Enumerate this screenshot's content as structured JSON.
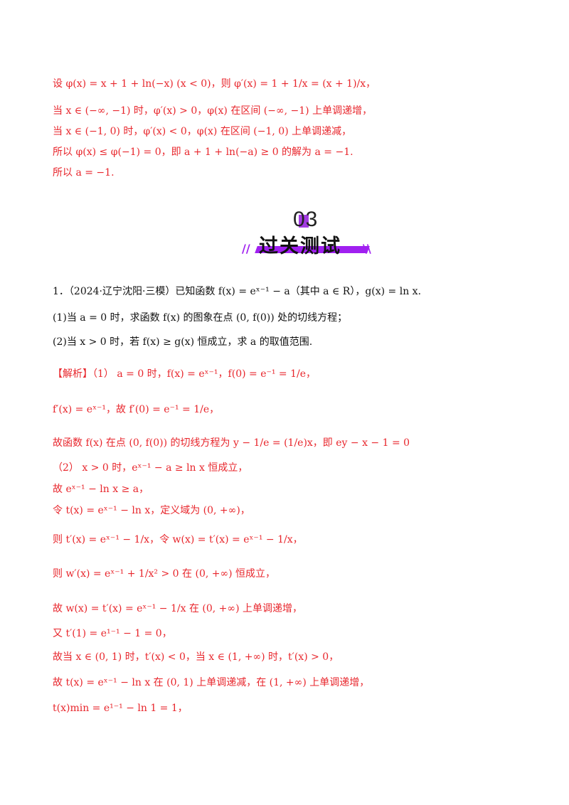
{
  "part1": {
    "l1": "设 φ(x) = x + 1 + ln(−x) (x < 0)，则 φ′(x) = 1 + 1/x = (x + 1)/x，",
    "l2": "当 x ∈ (−∞, −1) 时，φ′(x) > 0，φ(x) 在区间 (−∞, −1) 上单调递增，",
    "l3": "当 x ∈ (−1, 0) 时，φ′(x) < 0，φ(x) 在区间 (−1, 0) 上单调递减，",
    "l4": "所以 φ(x) ≤ φ(−1) = 0，即 a + 1 + ln(−a) ≥ 0 的解为 a = −1.",
    "l5": "所以 a = −1."
  },
  "banner": {
    "number": "03",
    "title": "过关测试"
  },
  "problem": {
    "stem": "1．（2024·辽宁沈阳·三模）已知函数 f(x) = eˣ⁻¹ − a（其中 a ∈ R），g(x) = ln x.",
    "q1": "(1)当 a = 0 时，求函数 f(x) 的图象在点 (0, f(0)) 处的切线方程；",
    "q2": "(2)当 x > 0 时，若 f(x) ≥ g(x) 恒成立，求 a 的取值范围."
  },
  "solution": {
    "s1": "【解析】（1） a = 0 时，f(x) = eˣ⁻¹，f(0) = e⁻¹ = 1/e，",
    "s2": "f′(x) = eˣ⁻¹，故 f′(0) = e⁻¹ = 1/e，",
    "s3": "故函数 f(x) 在点 (0, f(0)) 的切线方程为 y − 1/e = (1/e)x，即 ey − x − 1 = 0",
    "s4": "（2） x > 0 时，eˣ⁻¹ − a ≥ ln x 恒成立，",
    "s5": "故 eˣ⁻¹ − ln x ≥ a，",
    "s6": "令 t(x) = eˣ⁻¹ − ln x，定义域为 (0, +∞)，",
    "s7": "则 t′(x) = eˣ⁻¹ − 1/x，令 w(x) = t′(x) = eˣ⁻¹ − 1/x，",
    "s8": "则 w′(x) = eˣ⁻¹ + 1/x² > 0 在 (0, +∞) 恒成立，",
    "s9": "故 w(x) = t′(x) = eˣ⁻¹ − 1/x 在 (0, +∞) 上单调递增，",
    "s10": "又 t′(1) = e¹⁻¹ − 1 = 0，",
    "s11": "故当 x ∈ (0, 1) 时，t′(x) < 0，当 x ∈ (1, +∞) 时，t′(x) > 0，",
    "s12": "故 t(x) = eˣ⁻¹ − ln x 在 (0, 1) 上单调递减，在 (1, +∞) 上单调递增，",
    "s13": "t(x)min = e¹⁻¹ − ln 1 = 1，"
  }
}
